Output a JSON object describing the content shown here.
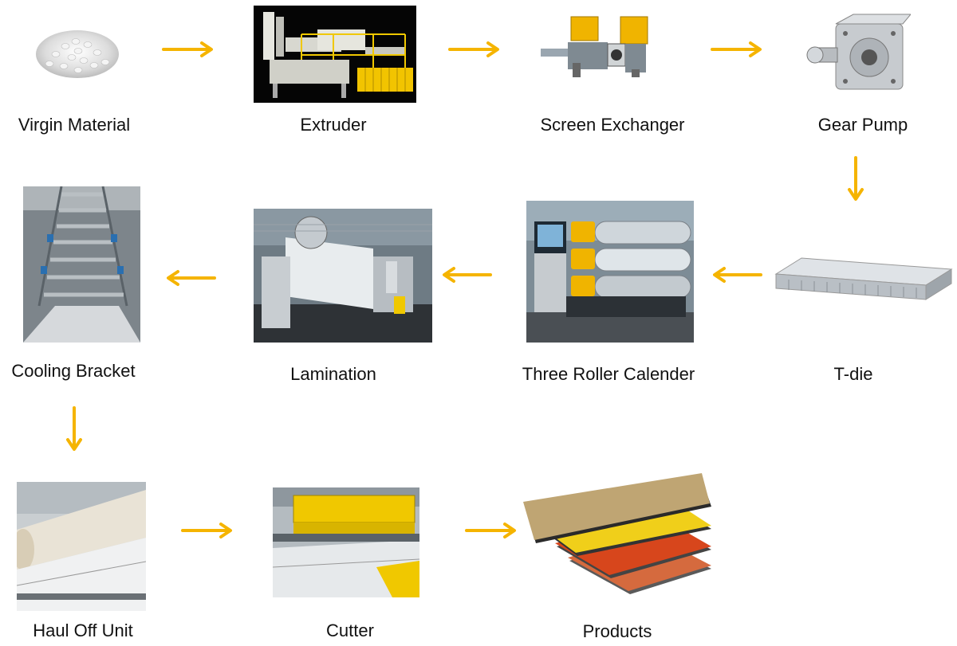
{
  "process": {
    "steps": [
      {
        "label": "Virgin Material"
      },
      {
        "label": "Extruder"
      },
      {
        "label": "Screen Exchanger"
      },
      {
        "label": "Gear Pump"
      },
      {
        "label": "T-die"
      },
      {
        "label": "Three Roller Calender"
      },
      {
        "label": "Lamination"
      },
      {
        "label": "Cooling Bracket"
      },
      {
        "label": "Haul Off Unit"
      },
      {
        "label": "Cutter"
      },
      {
        "label": "Products"
      }
    ],
    "arrow_color": "#f5b400"
  }
}
